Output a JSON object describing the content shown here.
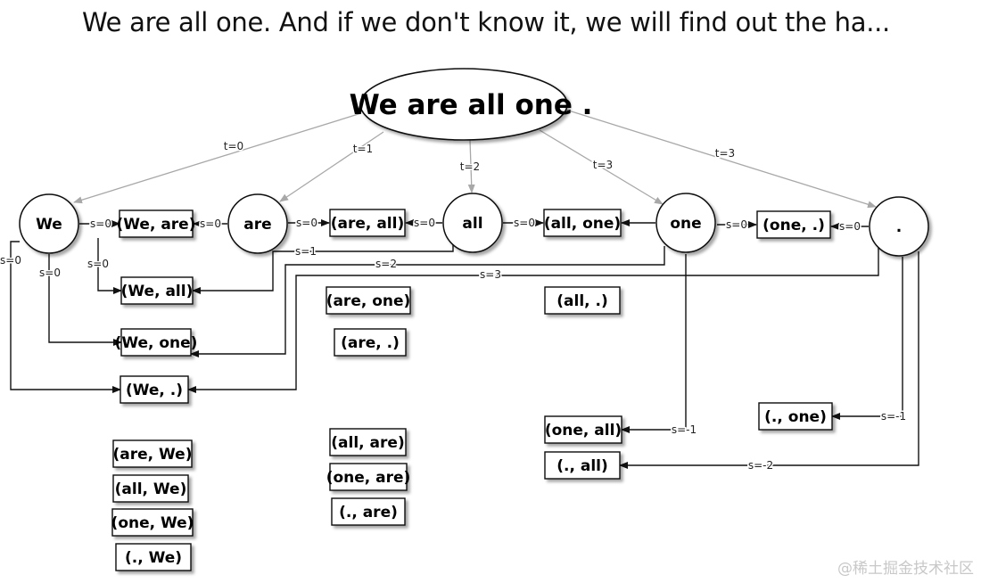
{
  "caption": "We are all one.  And if we don't know it, we will find out the ha...",
  "root": "We are all one .",
  "tokens": [
    {
      "id": "n0",
      "label": "We"
    },
    {
      "id": "n1",
      "label": "are"
    },
    {
      "id": "n2",
      "label": "all"
    },
    {
      "id": "n3",
      "label": "one"
    },
    {
      "id": "n4",
      "label": "."
    }
  ],
  "pairs": [
    {
      "id": "p_we_are",
      "label": "(We, are)"
    },
    {
      "id": "p_are_all",
      "label": "(are, all)"
    },
    {
      "id": "p_all_one",
      "label": "(all, one)"
    },
    {
      "id": "p_one_dot",
      "label": "(one, .)"
    },
    {
      "id": "p_we_all",
      "label": "(We, all)"
    },
    {
      "id": "p_are_one",
      "label": "(are, one)"
    },
    {
      "id": "p_all_dot",
      "label": "(all, .)"
    },
    {
      "id": "p_we_one",
      "label": "(We, one)"
    },
    {
      "id": "p_are_dot",
      "label": "(are, .)"
    },
    {
      "id": "p_we_dot",
      "label": "(We, .)"
    },
    {
      "id": "p_one_all",
      "label": "(one, all)"
    },
    {
      "id": "p_dot_one",
      "label": "(., one)"
    },
    {
      "id": "p_dot_all",
      "label": "(., all)"
    },
    {
      "id": "p_are_we",
      "label": "(are, We)"
    },
    {
      "id": "p_all_are",
      "label": "(all, are)"
    },
    {
      "id": "p_all_we",
      "label": "(all, We)"
    },
    {
      "id": "p_one_are",
      "label": "(one, are)"
    },
    {
      "id": "p_one_we",
      "label": "(one, We)"
    },
    {
      "id": "p_dot_are",
      "label": "(., are)"
    },
    {
      "id": "p_dot_we",
      "label": "(., We)"
    }
  ],
  "edges": [
    {
      "from": "root",
      "to": "n0",
      "label": "t=0",
      "kind": "time"
    },
    {
      "from": "root",
      "to": "n1",
      "label": "t=1",
      "kind": "time"
    },
    {
      "from": "root",
      "to": "n2",
      "label": "t=2",
      "kind": "time"
    },
    {
      "from": "root",
      "to": "n3",
      "label": "t=3",
      "kind": "time"
    },
    {
      "from": "root",
      "to": "n4",
      "label": "t=3",
      "kind": "time"
    },
    {
      "from": "n0",
      "to": "p_we_are",
      "label": "s=0",
      "kind": "shift"
    },
    {
      "from": "n1",
      "to": "p_we_are",
      "label": "s=0",
      "kind": "shift"
    },
    {
      "from": "n1",
      "to": "p_are_all",
      "label": "s=0",
      "kind": "shift"
    },
    {
      "from": "n2",
      "to": "p_are_all",
      "label": "s=0",
      "kind": "shift"
    },
    {
      "from": "n2",
      "to": "p_all_one",
      "label": "s=0",
      "kind": "shift"
    },
    {
      "from": "n3",
      "to": "p_all_one",
      "label": "",
      "kind": "shift"
    },
    {
      "from": "n3",
      "to": "p_one_dot",
      "label": "s=0",
      "kind": "shift"
    },
    {
      "from": "n4",
      "to": "p_one_dot",
      "label": "s=0",
      "kind": "shift"
    },
    {
      "from": "n0",
      "to": "p_we_all",
      "label": "s=0",
      "kind": "shift"
    },
    {
      "from": "n0",
      "to": "p_we_one",
      "label": "s=0",
      "kind": "shift"
    },
    {
      "from": "n0",
      "to": "p_we_dot",
      "label": "s=0",
      "kind": "shift"
    },
    {
      "from": "n2",
      "to": "p_we_all",
      "label": "s=1",
      "kind": "shift"
    },
    {
      "from": "n3",
      "to": "p_we_one",
      "label": "s=2",
      "kind": "shift"
    },
    {
      "from": "n4",
      "to": "p_we_dot",
      "label": "s=3",
      "kind": "shift"
    },
    {
      "from": "n3",
      "to": "p_one_all",
      "label": "s=-1",
      "kind": "shift"
    },
    {
      "from": "n4",
      "to": "p_dot_one",
      "label": "s=-1",
      "kind": "shift"
    },
    {
      "from": "n4",
      "to": "p_dot_all",
      "label": "s=-2",
      "kind": "shift"
    }
  ],
  "watermark": "@稀土掘金技术社区"
}
